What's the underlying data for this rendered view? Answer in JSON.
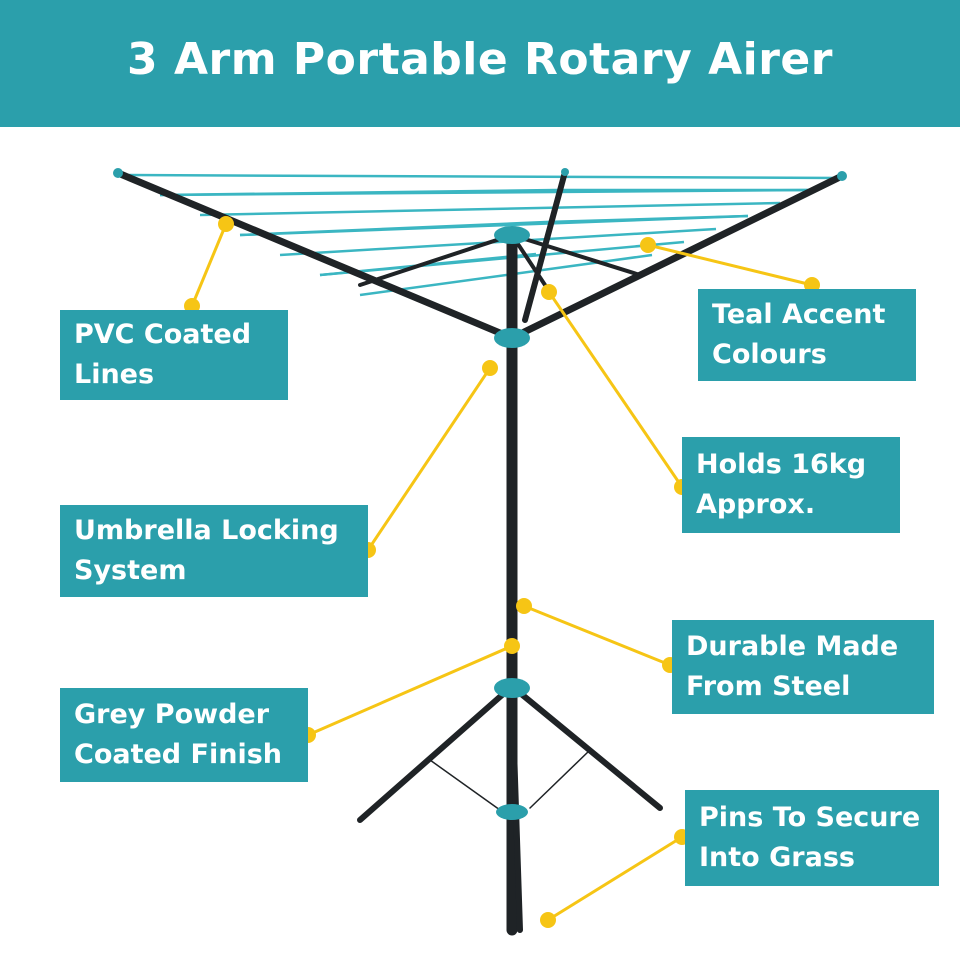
{
  "title": "3 Arm Portable Rotary Airer",
  "colors": {
    "accent": "#2b9fab",
    "frame": "#1f2326",
    "line": "#3bb6c2",
    "pointer": "#f6c515",
    "header_text": "#ffffff"
  },
  "callouts": {
    "pvc": {
      "line1": "PVC Coated",
      "line2": "Lines"
    },
    "teal": {
      "line1": "Teal Accent",
      "line2": "Colours"
    },
    "holds": {
      "line1": "Holds 16kg",
      "line2": "Approx."
    },
    "umbrella": {
      "line1": "Umbrella Locking",
      "line2": "System"
    },
    "durable": {
      "line1": "Durable Made",
      "line2": "From Steel"
    },
    "grey": {
      "line1": "Grey Powder",
      "line2": "Coated Finish"
    },
    "pins": {
      "line1": "Pins To Secure",
      "line2": "Into Grass"
    }
  }
}
